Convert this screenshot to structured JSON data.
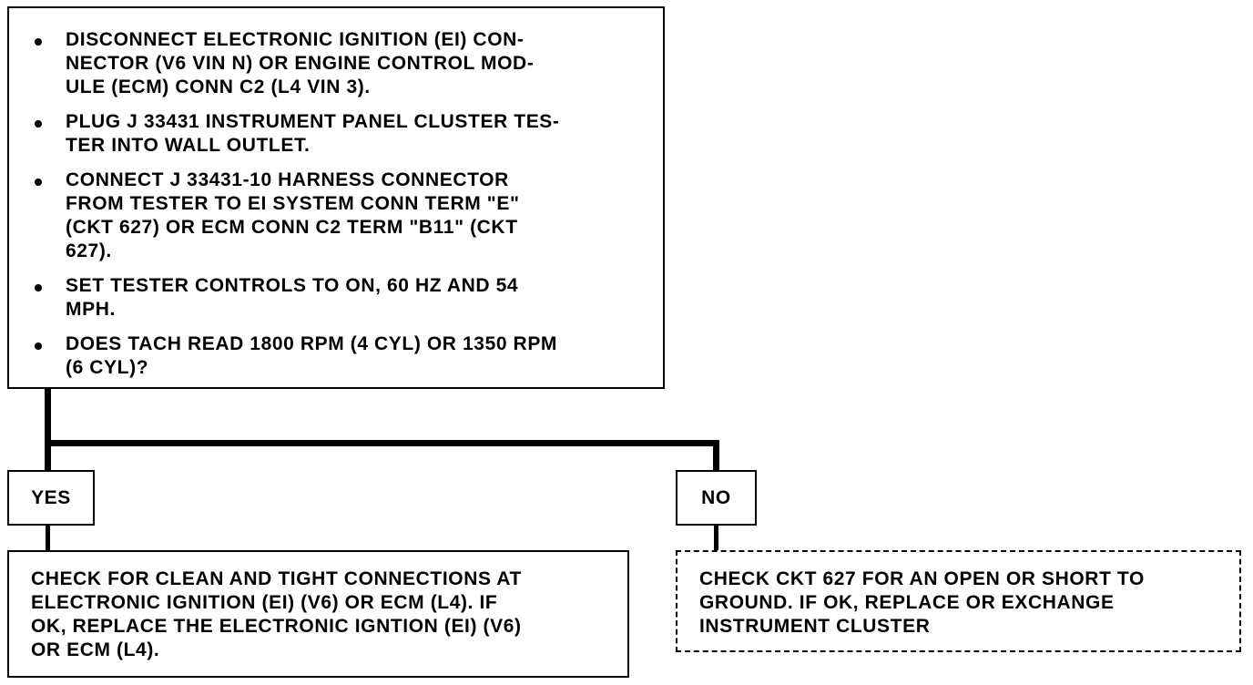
{
  "top_box": {
    "items": [
      "DISCONNECT ELECTRONIC IGNITION (EI) CON-\nNECTOR (V6 VIN N) OR ENGINE CONTROL MOD-\nULE (ECM) CONN C2 (L4 VIN 3).",
      "PLUG J 33431 INSTRUMENT PANEL CLUSTER TES-\nTER INTO WALL OUTLET.",
      "CONNECT J 33431-10 HARNESS CONNECTOR\nFROM TESTER TO EI SYSTEM CONN TERM \"E\"\n(CKT 627) OR ECM CONN C2 TERM \"B11\" (CKT\n627).",
      "SET TESTER CONTROLS TO ON, 60 HZ AND 54\nMPH.",
      "DOES TACH READ 1800 RPM (4 CYL) OR 1350 RPM\n(6 CYL)?"
    ]
  },
  "branches": {
    "yes_label": "YES",
    "no_label": "NO",
    "yes_result": "CHECK FOR CLEAN AND TIGHT CONNECTIONS AT\nELECTRONIC IGNITION (EI) (V6) OR ECM (L4). IF\nOK, REPLACE THE ELECTRONIC IGNTION (EI) (V6)\nOR ECM (L4).",
    "no_result": "CHECK CKT 627 FOR AN OPEN OR SHORT TO\nGROUND.  IF OK, REPLACE OR EXCHANGE\nINSTRUMENT CLUSTER"
  }
}
